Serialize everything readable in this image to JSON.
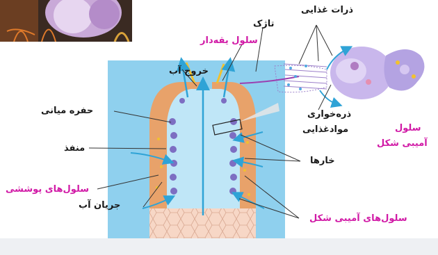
{
  "labels": {
    "water_outlet": "خروج آب",
    "central_cavity": "حفره میانی",
    "pore": "منفذ",
    "covering_cells": "سلول‌های پوششی",
    "water_flow": "جریان آب",
    "flagellum": "تاژک",
    "collar_cell": "سلول یقه‌دار",
    "food_particles": "ذرات غذایی",
    "food_uptake_line1": "ذره‌خواری",
    "food_uptake_line2": "موادغذایی",
    "spicules": "خارها",
    "amoebocytes": "سلول‌های آمیبی شکل",
    "amoeboid_cell_line1": "سلول",
    "amoeboid_cell_line2": "آمیبی شکل"
  },
  "colors": {
    "label_black": "#1a1a1a",
    "label_magenta": "#d11aa6",
    "water_panel": "#8fd0ee",
    "arrow_blue": "#2fa3d6",
    "body_wall": "#e8a26a",
    "inner_cells": "#7d6ec2"
  }
}
